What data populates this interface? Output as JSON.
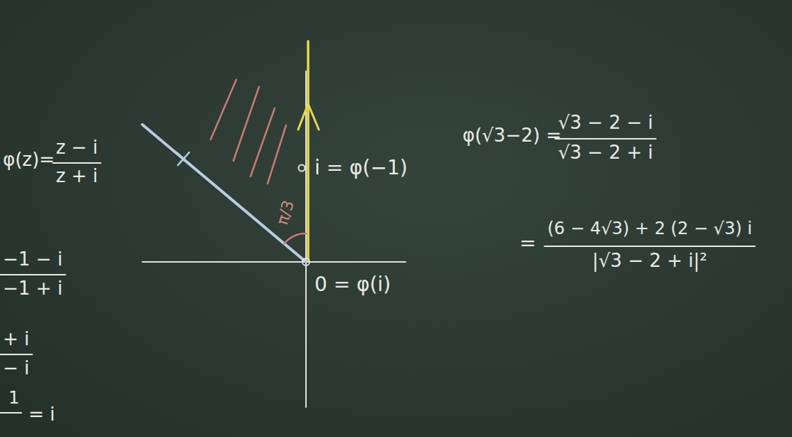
{
  "diagram": {
    "labels": [
      "φ(z)=",
      "z − i",
      "z + i",
      "−1 − i",
      "−1 + i",
      "+ i",
      "− i",
      "1",
      "= i",
      "i = φ(−1)",
      "π/3",
      "0 = φ(i)",
      "φ(√3−2) =",
      "√3 − 2 − i",
      "√3 − 2 + i",
      "=",
      "(6 − 4√3) + 2 (2 − √3) i",
      "|√3 − 2 + i|²"
    ]
  }
}
